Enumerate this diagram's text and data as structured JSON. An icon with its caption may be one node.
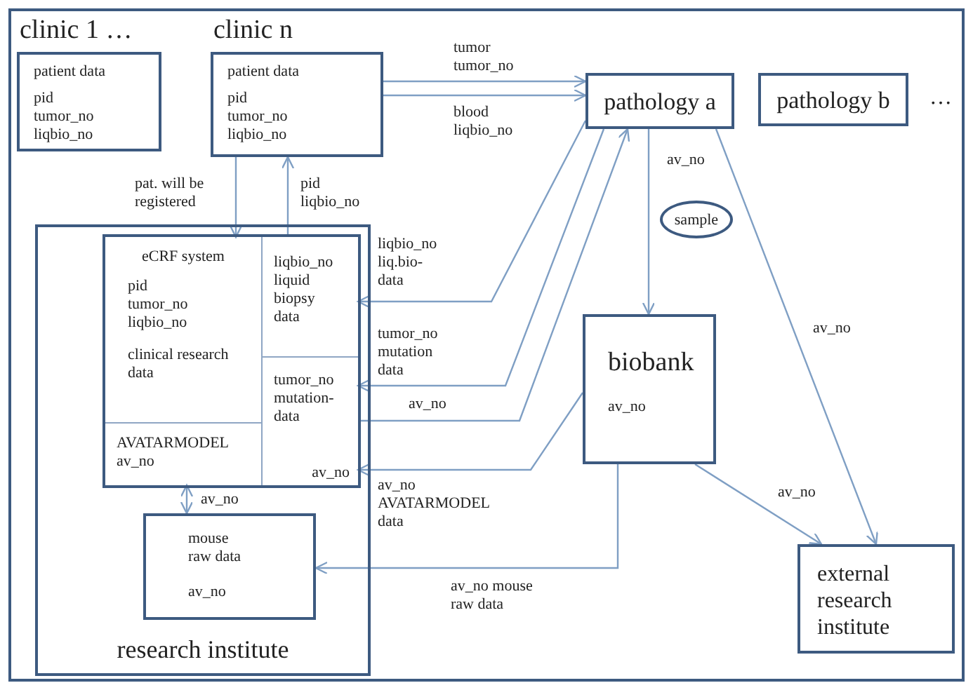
{
  "diagram": {
    "nodes": [
      {
        "text": [
          "clinic 1 …",
          "patient data",
          "pid tumor_no liqbio_no"
        ]
      },
      {
        "text": [
          "clinic n",
          "patient data",
          "pid tumor_no liqbio_no"
        ]
      },
      {
        "text": [
          "pathology a"
        ]
      },
      {
        "text": [
          "pathology b"
        ]
      },
      {
        "text": [
          "research institute"
        ]
      },
      {
        "text": [],
        "shape": "box",
        "in": 4
      },
      {
        "text": [
          "eCRF system",
          "pid tumor_no liqbio_no",
          "clinical research data"
        ],
        "in": 5
      },
      {
        "text": [
          "liqbio_no liquid biopsy data"
        ],
        "in": 5
      },
      {
        "text": [
          "tumor_no mutation-data",
          "av_no"
        ],
        "in": 5
      },
      {
        "text": [
          "AVATARMODEL av_no"
        ],
        "in": 5
      },
      {
        "text": [
          "sample"
        ]
      },
      {
        "text": [
          "biobank",
          "av_no"
        ]
      },
      {
        "text": [
          "mouse raw data",
          "av_no"
        ],
        "in": 4
      },
      {
        "text": [
          "external research institute"
        ]
      }
    ],
    "edges": [
      {
        "from": 1,
        "to": 2,
        "arrow": "to",
        "label": "tumor tumor_no"
      },
      {
        "from": 1,
        "to": 2,
        "arrow": "to",
        "label": "blood liqbio_no"
      },
      {
        "from": 1,
        "to": 6,
        "arrow": "to",
        "label": "pat. will be registered"
      },
      {
        "from": 7,
        "to": 1,
        "arrow": "to",
        "label": "pid liqbio_no"
      },
      {
        "from": 2,
        "to": 7,
        "arrow": "to",
        "label": "liqbio_no liq.bio-data"
      },
      {
        "from": 2,
        "to": 8,
        "arrow": "to",
        "label": "tumor_no mutation data"
      },
      {
        "from": 8,
        "to": 2,
        "arrow": "to",
        "label": "av_no"
      },
      {
        "from": 11,
        "to": 8,
        "arrow": "to",
        "label": "av_no AVATARMODEL data"
      },
      {
        "from": 2,
        "to": 11,
        "arrow": "to",
        "label": "av_no"
      },
      {
        "from": 2,
        "to": 13,
        "arrow": "to",
        "label": "av_no"
      },
      {
        "from": 11,
        "to": 13,
        "arrow": "to",
        "label": "av_no"
      },
      {
        "from": 11,
        "to": 12,
        "arrow": "to",
        "label": "av_no mouse raw data"
      },
      {
        "from": 9,
        "to": 12,
        "arrow": "both",
        "label": "av_no"
      }
    ],
    "labels": [
      "…"
    ]
  }
}
